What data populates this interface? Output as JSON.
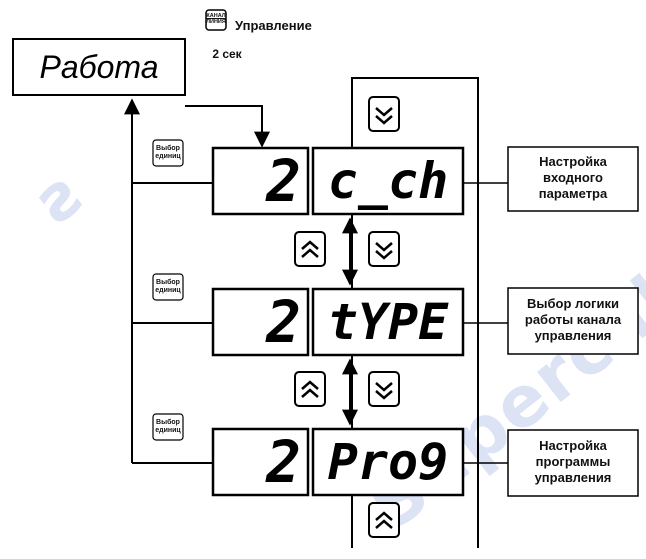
{
  "work_label": "Работа",
  "top_key": {
    "line1": "КАНАЛ",
    "line2": "ЛИНИЯ"
  },
  "control_label": "Управление",
  "hold_time": "2 сек",
  "unit_key": {
    "line1": "Выбор",
    "line2": "единиц"
  },
  "rows": [
    {
      "channel": "2",
      "code": "c_ch",
      "description": [
        "Настройка",
        "входного",
        "параметра"
      ]
    },
    {
      "channel": "2",
      "code": "tYPE",
      "description": [
        "Выбор логики",
        "работы канала",
        "управления"
      ]
    },
    {
      "channel": "2",
      "code": "Pro9",
      "description": [
        "Настройка",
        "программы",
        "управления"
      ]
    }
  ],
  "watermark": "Supercable",
  "colors": {
    "line": "#000000",
    "watermark": "#dbe3f4"
  }
}
